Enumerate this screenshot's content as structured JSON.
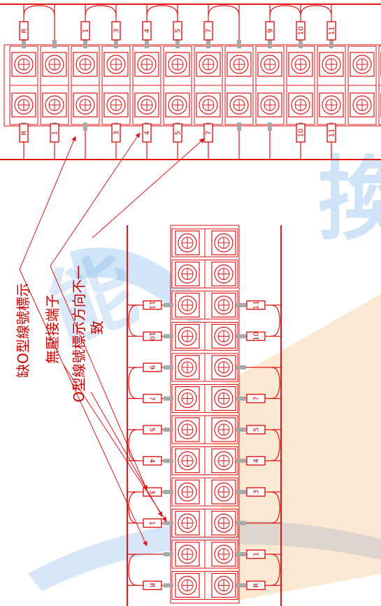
{
  "watermark": {
    "glyph_top": "換",
    "glyph_mid": "能",
    "colors": {
      "blue": "#5aa0e6",
      "orange": "#f2a24e",
      "light_blue": "#c9def5"
    }
  },
  "colors": {
    "line": "#e01414",
    "text": "#d00000",
    "metal": "#a8a8a8"
  },
  "top_strip": {
    "upper_tags": [
      "R",
      "",
      "1",
      "3",
      "4",
      "5",
      "7",
      "",
      "9",
      "10",
      "11",
      "",
      ""
    ],
    "lower_tags": [
      "R",
      "1",
      "",
      "3",
      "4",
      "5",
      "7",
      "",
      "",
      "10",
      "11",
      "",
      ""
    ]
  },
  "bottom_strip": {
    "left_tags": [
      "",
      "",
      "11",
      "10",
      "9",
      "7",
      "5",
      "4",
      "3",
      "1",
      "",
      "R"
    ],
    "right_tags": [
      "",
      "",
      "11",
      "10",
      "",
      "7",
      "5",
      "4",
      "3",
      "",
      "1",
      "R"
    ]
  },
  "annotations": {
    "missing_tag": "缺O型線號標示",
    "no_crimp": "無壓接端子",
    "direction_1": "O型線號標示方向不一",
    "direction_2": "致"
  }
}
